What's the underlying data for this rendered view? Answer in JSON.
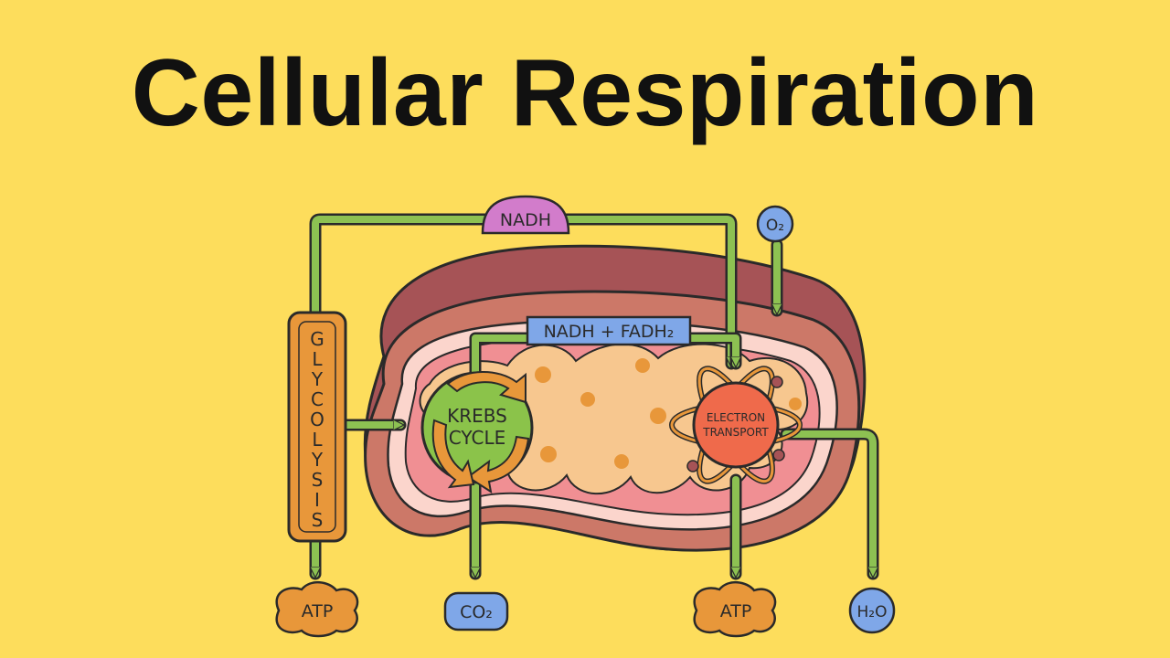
{
  "title": "Cellular Respiration",
  "labels": {
    "nadh_top": "NADH",
    "oxygen": "O₂",
    "nadh_fadh2": "NADH + FADH₂",
    "glycolysis_letters": [
      "G",
      "L",
      "Y",
      "C",
      "O",
      "L",
      "Y",
      "S",
      "I",
      "S"
    ],
    "krebs_line1": "KREBS",
    "krebs_line2": "CYCLE",
    "etc_line1": "ELECTRON",
    "etc_line2": "TRANSPORT",
    "atp_left": "ATP",
    "co2": "CO₂",
    "atp_right": "ATP",
    "water": "H₂O"
  },
  "colors": {
    "background": "#FDDD5C",
    "arrow": "#8DC152",
    "glycolysis": "#E8973A",
    "nadh_top": "#D27CCB",
    "blue_tags": "#7FA7E8",
    "krebs": "#8BC34A",
    "electron_transport": "#EF6A4B",
    "atp": "#E8973A",
    "outer_membrane": "#A65356",
    "intermembrane": "#F08F93",
    "matrix": "#F7C78F"
  }
}
